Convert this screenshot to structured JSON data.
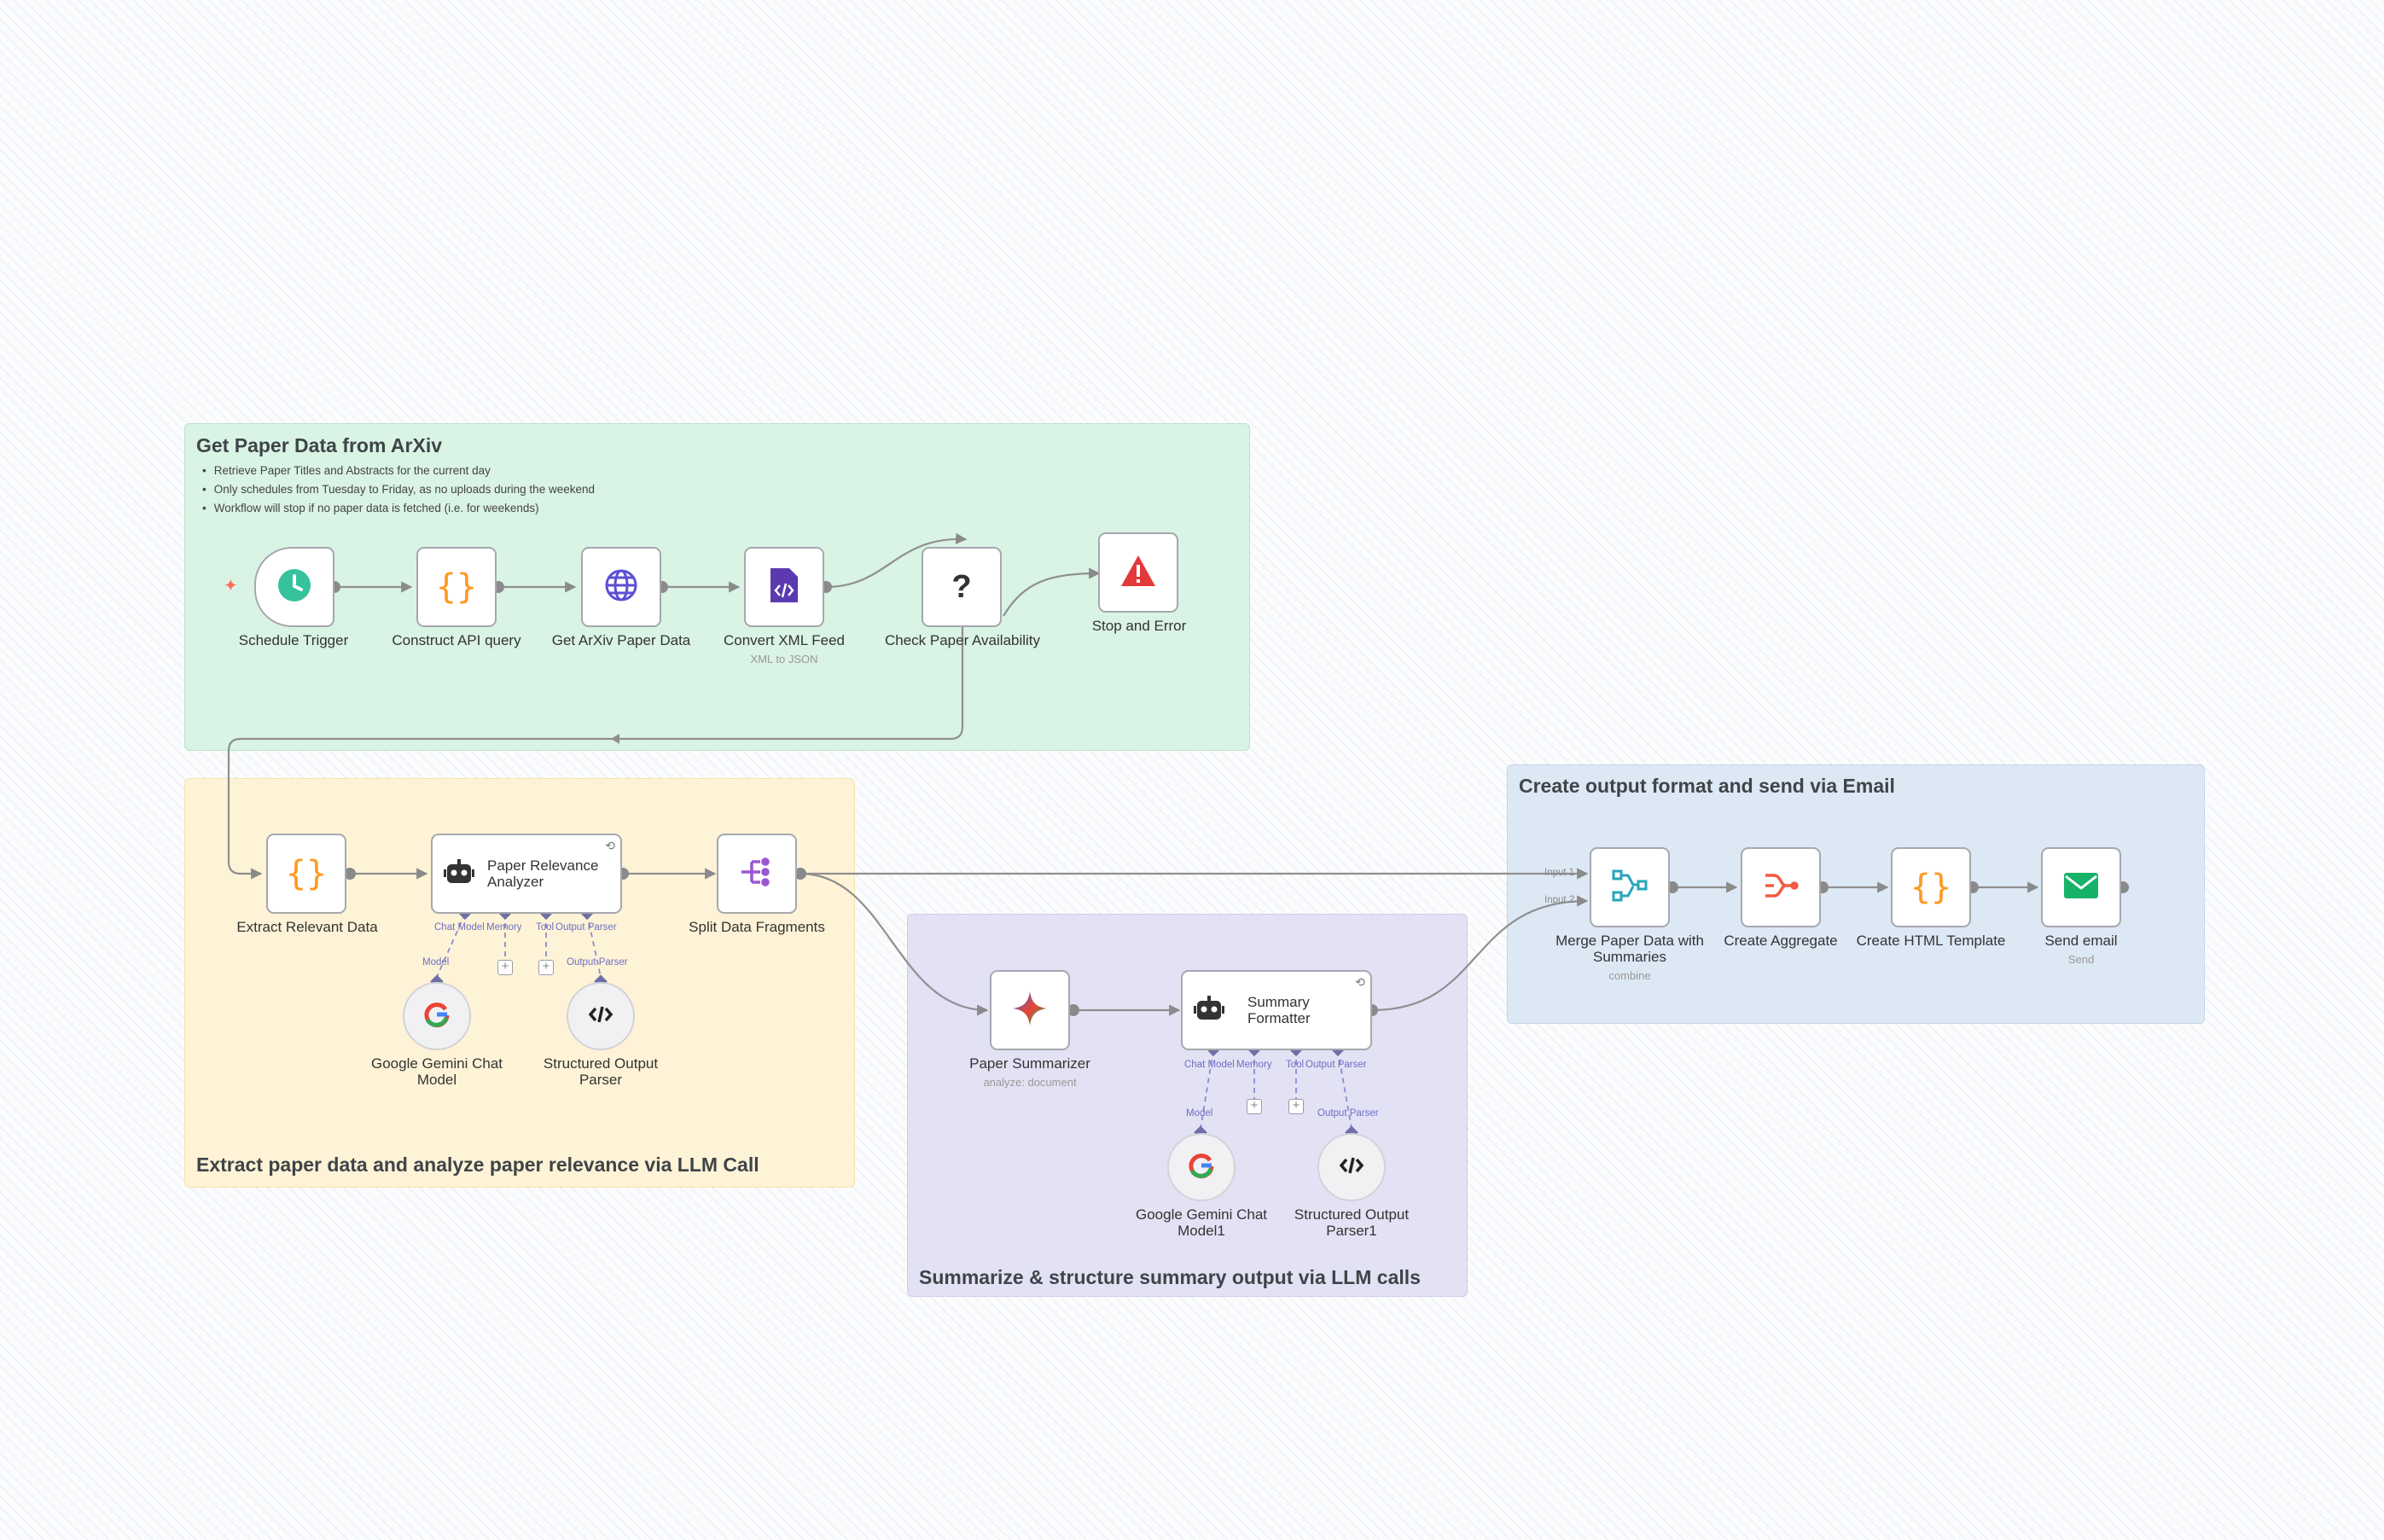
{
  "sticky_notes": {
    "arxiv": {
      "title": "Get Paper Data from ArXiv",
      "bullets": [
        "Retrieve Paper Titles and Abstracts for the current day",
        "Only schedules from Tuesday to Friday, as no uploads during the weekend",
        "Workflow will stop if no paper data is fetched (i.e. for weekends)"
      ],
      "color": "#d9f3e5"
    },
    "extract": {
      "title": "Extract paper data and analyze paper relevance via LLM Call",
      "color": "#fef3d6"
    },
    "summarize": {
      "title": "Summarize & structure summary output via LLM calls",
      "color": "#e3e1f4"
    },
    "output": {
      "title": "Create output format and send via Email",
      "color": "#dde8f5"
    }
  },
  "nodes": {
    "schedule_trigger": {
      "label": "Schedule Trigger",
      "icon": "clock-icon",
      "color": "#35c29c"
    },
    "construct_api_query": {
      "label": "Construct API query",
      "icon": "code-braces-icon",
      "color": "#ff9922"
    },
    "get_arxiv_paper_data": {
      "label": "Get ArXiv Paper Data",
      "icon": "globe-icon",
      "color": "#5b4fd4"
    },
    "convert_xml_feed": {
      "label": "Convert XML Feed",
      "sub": "XML to JSON",
      "icon": "xml-file-icon",
      "color": "#5b3ab0"
    },
    "check_paper_availability": {
      "label": "Check Paper Availability",
      "icon": "question-mark-icon"
    },
    "stop_and_error": {
      "label": "Stop and Error",
      "icon": "warning-icon",
      "color": "#e23a3a"
    },
    "extract_relevant_data": {
      "label": "Extract Relevant Data",
      "icon": "code-braces-icon"
    },
    "paper_relevance_analyzer": {
      "label_line1": "Paper Relevance",
      "label_line2": "Analyzer",
      "icon": "robot-icon",
      "ports": {
        "chat_model": "Chat Model",
        "memory": "Memory",
        "tool": "Tool",
        "output_parser": "Output Parser"
      }
    },
    "google_gemini_chat_model": {
      "label_line1": "Google Gemini Chat",
      "label_line2": "Model",
      "port": "Model",
      "icon": "google-icon"
    },
    "structured_output_parser": {
      "label_line1": "Structured Output",
      "label_line2": "Parser",
      "port": "Output Parser",
      "icon": "code-tag-icon"
    },
    "split_data_fragments": {
      "label": "Split Data Fragments",
      "icon": "split-icon",
      "color": "#9b56d1"
    },
    "paper_summarizer": {
      "label": "Paper Summarizer",
      "sub": "analyze: document",
      "icon": "gemini-sparkle-icon"
    },
    "summary_formatter": {
      "label_line1": "Summary",
      "label_line2": "Formatter",
      "icon": "robot-icon",
      "ports": {
        "chat_model": "Chat Model",
        "memory": "Memory",
        "tool": "Tool",
        "output_parser": "Output Parser"
      }
    },
    "google_gemini_chat_model1": {
      "label_line1": "Google Gemini Chat",
      "label_line2": "Model1",
      "port": "Model",
      "icon": "google-icon"
    },
    "structured_output_parser1": {
      "label_line1": "Structured Output",
      "label_line2": "Parser1",
      "port": "Output Parser",
      "icon": "code-tag-icon"
    },
    "merge_paper_data": {
      "label_line1": "Merge Paper Data with",
      "label_line2": "Summaries",
      "sub": "combine",
      "icon": "merge-icon",
      "color": "#29a5b8",
      "input1": "Input 1",
      "input2": "Input 2"
    },
    "create_aggregate": {
      "label": "Create Aggregate",
      "icon": "aggregate-icon",
      "color": "#f35b42"
    },
    "create_html_template": {
      "label": "Create HTML Template",
      "icon": "code-braces-icon"
    },
    "send_email": {
      "label": "Send email",
      "sub": "Send",
      "icon": "email-icon",
      "color": "#17b26a"
    }
  }
}
